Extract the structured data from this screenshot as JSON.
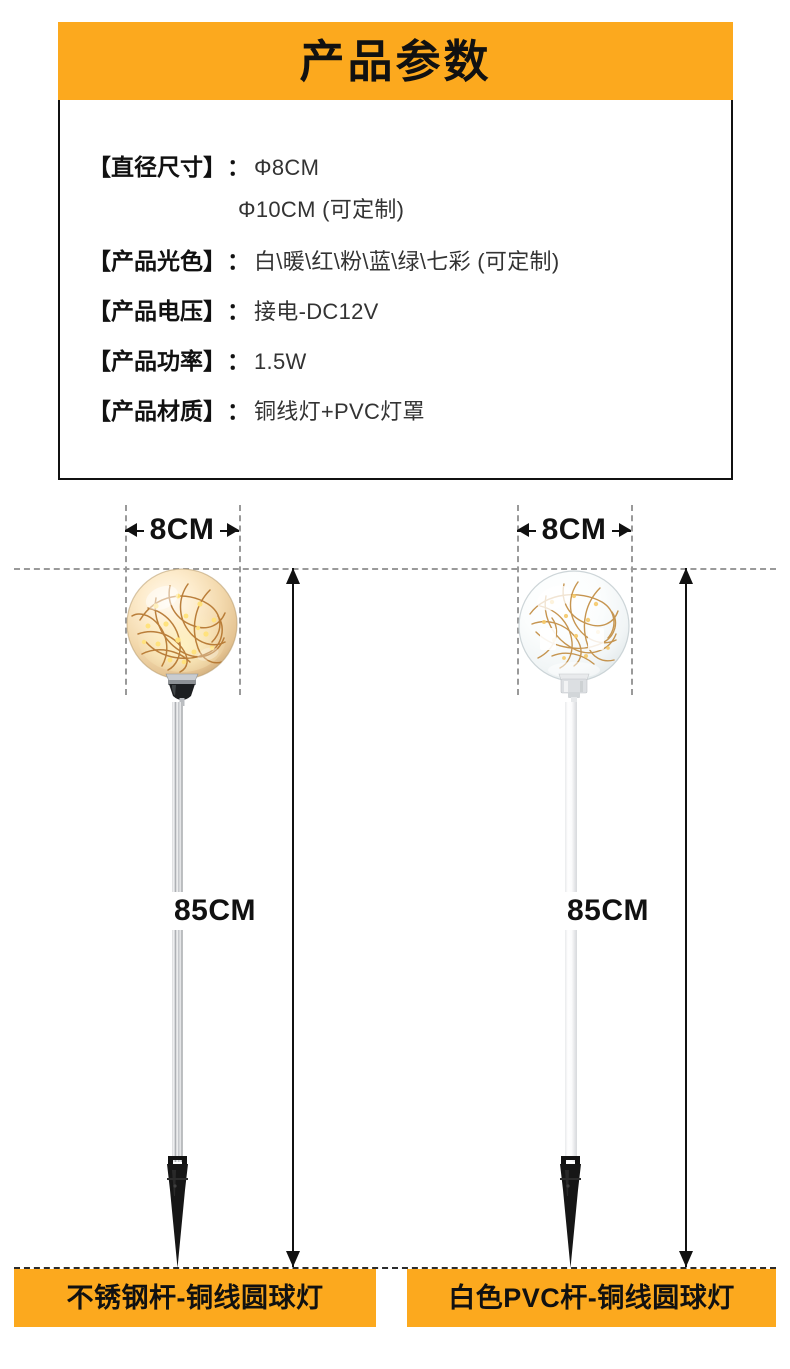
{
  "theme": {
    "orange": "#FCA91E",
    "text_dark": "#111111",
    "spec_value": "#333333",
    "dash_gray": "#9a9a9a"
  },
  "header": {
    "title": "产品参数"
  },
  "spec": {
    "rows": [
      {
        "key": "【直径尺寸】",
        "colon": "：",
        "value": "Φ8CM"
      },
      {
        "key": "",
        "colon": "",
        "value": "Φ10CM (可定制)",
        "continuation": true
      },
      {
        "key": "【产品光色】",
        "colon": "：",
        "value": "白\\暖\\红\\粉\\蓝\\绿\\七彩 (可定制)"
      },
      {
        "key": "【产品电压】",
        "colon": "：",
        "value": "接电-DC12V"
      },
      {
        "key": "【产品功率】",
        "colon": "：",
        "value": "1.5W"
      },
      {
        "key": "【产品材质】",
        "colon": "：",
        "value": "铜线灯+PVC灯罩"
      }
    ]
  },
  "products": [
    {
      "id": "stainless-steel",
      "diameter_label": "8CM",
      "height_label": "85CM",
      "caption": "不锈钢杆-铜线圆球灯",
      "globe_style": "amber-copper-wire",
      "pole_style": "stainless-steel",
      "base_style": "chrome"
    },
    {
      "id": "white-pvc",
      "diameter_label": "8CM",
      "height_label": "85CM",
      "caption": "白色PVC杆-铜线圆球灯",
      "globe_style": "clear-copper-wire",
      "pole_style": "white-pvc",
      "base_style": "white"
    }
  ]
}
